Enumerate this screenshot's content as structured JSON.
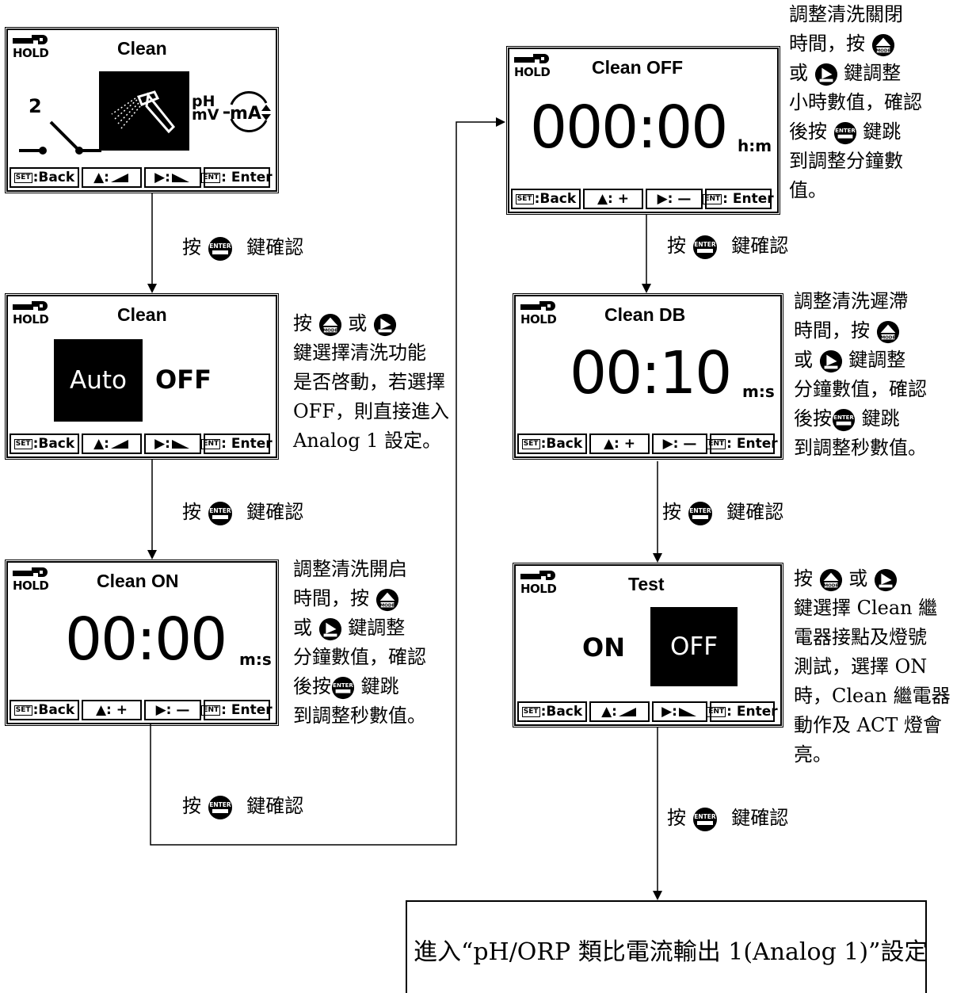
{
  "screens": {
    "s1": {
      "title": "Clean",
      "hold": "HOLD",
      "relay_no": "2",
      "sensor_text_1": "pH",
      "sensor_text_2": "mV",
      "ma": "mA",
      "keys": [
        "SET:Back",
        "▲:◢",
        "▶:◣",
        "ENT:Enter"
      ]
    },
    "s2": {
      "title": "Clean",
      "hold": "HOLD",
      "opt_selected": "Auto",
      "opt_other": "OFF"
    },
    "s3": {
      "title": "Clean ON",
      "hold": "HOLD",
      "value": "00:00",
      "unit": "m:s"
    },
    "s4": {
      "title": "Clean OFF",
      "hold": "HOLD",
      "value": "000:00",
      "unit": "h:m"
    },
    "s5": {
      "title": "Clean DB",
      "hold": "HOLD",
      "value": "00:10",
      "unit": "m:s"
    },
    "s6": {
      "title": "Test",
      "hold": "HOLD",
      "opt_other": "ON",
      "opt_selected": "OFF"
    }
  },
  "softkeys": {
    "set": "SET",
    "back": ":Back",
    "ent": "ENT",
    "enter": ": Enter",
    "plus": ": +",
    "minus": ": —"
  },
  "arrow_label": {
    "press": "按",
    "confirm": "鍵確認"
  },
  "notes": {
    "s2": [
      "按",
      "或",
      "鍵選擇清洗功能",
      "是否啓動，若選擇",
      "OFF，則直接進入",
      "Analog 1 設定。"
    ],
    "s3": [
      "調整清洗開启",
      "時間，按",
      "或",
      "鍵調整",
      "分鐘數值，確認",
      "後按",
      "鍵跳",
      "到調整秒數值。"
    ],
    "s4": [
      "調整清洗關閉",
      "時間，按",
      "或",
      "鍵調整",
      "小時數值，確認",
      "後按",
      "鍵跳",
      "到調整分鐘數",
      "值。"
    ],
    "s5": [
      "調整清洗遲滯",
      "時間，按",
      "或",
      "鍵調整",
      "分鐘數值，確認",
      "後按",
      "鍵跳",
      "到調整秒數值。"
    ],
    "s6": [
      "按",
      "或",
      "鍵選擇 Clean 繼",
      "電器接點及燈號",
      "測試，選擇 ON",
      "時，Clean 繼電器",
      "動作及 ACT 燈會",
      "亮。"
    ]
  },
  "final": "進入“pH/ORP 類比電流輸出 1(Analog 1)”設定",
  "icon_text": {
    "enter": "ENTER",
    "mode": "MODE"
  }
}
